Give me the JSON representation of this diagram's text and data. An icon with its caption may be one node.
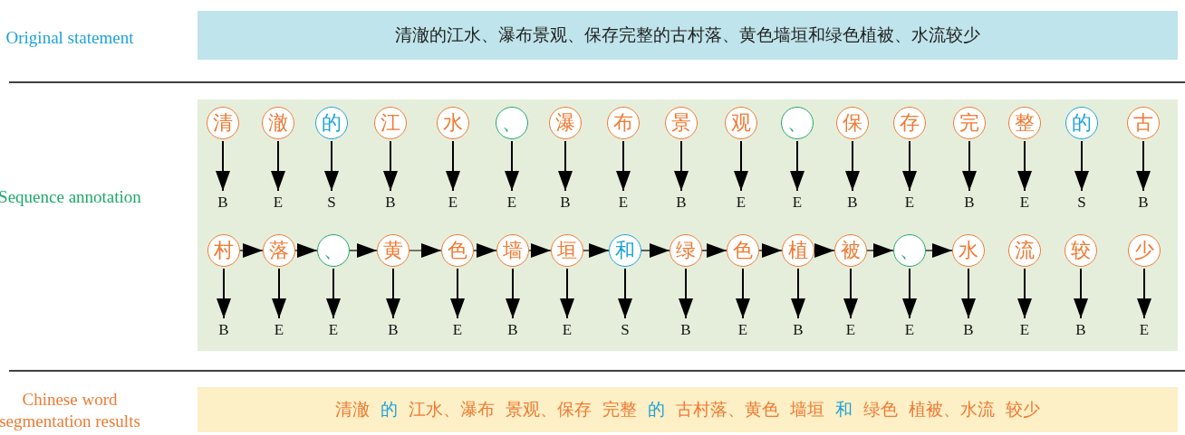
{
  "diagram": {
    "nodes": [
      {
        "text": [
          "清澈的江水、瀑布景观、保存完整的古村落、黄色墙垣和绿色植被、水流较少"
        ]
      },
      {
        "text": [
          "清"
        ]
      },
      {
        "text": [
          "澈"
        ]
      },
      {
        "text": [
          "的"
        ]
      },
      {
        "text": [
          "江"
        ]
      },
      {
        "text": [
          "水"
        ]
      },
      {
        "text": [
          "、"
        ]
      },
      {
        "text": [
          "瀑"
        ]
      },
      {
        "text": [
          "布"
        ]
      },
      {
        "text": [
          "景"
        ]
      },
      {
        "text": [
          "观"
        ]
      },
      {
        "text": [
          "、"
        ]
      },
      {
        "text": [
          "保"
        ]
      },
      {
        "text": [
          "存"
        ]
      },
      {
        "text": [
          "完"
        ]
      },
      {
        "text": [
          "整"
        ]
      },
      {
        "text": [
          "的"
        ]
      },
      {
        "text": [
          "古"
        ]
      },
      {
        "text": [
          "B"
        ]
      },
      {
        "text": [
          "E"
        ]
      },
      {
        "text": [
          "S"
        ]
      },
      {
        "text": [
          "B"
        ]
      },
      {
        "text": [
          "E"
        ]
      },
      {
        "text": [
          "E"
        ]
      },
      {
        "text": [
          "B"
        ]
      },
      {
        "text": [
          "E"
        ]
      },
      {
        "text": [
          "B"
        ]
      },
      {
        "text": [
          "E"
        ]
      },
      {
        "text": [
          "E"
        ]
      },
      {
        "text": [
          "B"
        ]
      },
      {
        "text": [
          "E"
        ]
      },
      {
        "text": [
          "B"
        ]
      },
      {
        "text": [
          "E"
        ]
      },
      {
        "text": [
          "S"
        ]
      },
      {
        "text": [
          "B"
        ]
      },
      {
        "text": [
          "村"
        ]
      },
      {
        "text": [
          "落"
        ]
      },
      {
        "text": [
          "、"
        ]
      },
      {
        "text": [
          "黄"
        ]
      },
      {
        "text": [
          "色"
        ]
      },
      {
        "text": [
          "墙"
        ]
      },
      {
        "text": [
          "垣"
        ]
      },
      {
        "text": [
          "和"
        ]
      },
      {
        "text": [
          "绿"
        ]
      },
      {
        "text": [
          "色"
        ]
      },
      {
        "text": [
          "植"
        ]
      },
      {
        "text": [
          "被"
        ]
      },
      {
        "text": [
          "、"
        ]
      },
      {
        "text": [
          "水"
        ]
      },
      {
        "text": [
          "流"
        ]
      },
      {
        "text": [
          "较"
        ]
      },
      {
        "text": [
          "少"
        ]
      },
      {
        "text": [
          "B"
        ]
      },
      {
        "text": [
          "E"
        ]
      },
      {
        "text": [
          "E"
        ]
      },
      {
        "text": [
          "B"
        ]
      },
      {
        "text": [
          "E"
        ]
      },
      {
        "text": [
          "B"
        ]
      },
      {
        "text": [
          "E"
        ]
      },
      {
        "text": [
          "S"
        ]
      },
      {
        "text": [
          "B"
        ]
      },
      {
        "text": [
          "E"
        ]
      },
      {
        "text": [
          "B"
        ]
      },
      {
        "text": [
          "E"
        ]
      },
      {
        "text": [
          "E"
        ]
      },
      {
        "text": [
          "B"
        ]
      },
      {
        "text": [
          "E"
        ]
      },
      {
        "text": [
          "B"
        ]
      },
      {
        "text": [
          "E"
        ]
      },
      {
        "text": [
          "清澈",
          "的",
          "江水、瀑布",
          "景观、保存",
          "完整",
          "的",
          "古村落、黄色",
          "墙垣",
          "和",
          "绿色",
          "植被、水流",
          "较少"
        ]
      }
    ],
    "edges": [
      {
        "from": 1,
        "to": 18,
        "arrow": "to"
      },
      {
        "from": 2,
        "to": 19,
        "arrow": "to"
      },
      {
        "from": 3,
        "to": 20,
        "arrow": "to"
      },
      {
        "from": 4,
        "to": 21,
        "arrow": "to"
      },
      {
        "from": 5,
        "to": 22,
        "arrow": "to"
      },
      {
        "from": 6,
        "to": 23,
        "arrow": "to"
      },
      {
        "from": 7,
        "to": 24,
        "arrow": "to"
      },
      {
        "from": 8,
        "to": 25,
        "arrow": "to"
      },
      {
        "from": 9,
        "to": 26,
        "arrow": "to"
      },
      {
        "from": 10,
        "to": 27,
        "arrow": "to"
      },
      {
        "from": 11,
        "to": 28,
        "arrow": "to"
      },
      {
        "from": 12,
        "to": 29,
        "arrow": "to"
      },
      {
        "from": 13,
        "to": 30,
        "arrow": "to"
      },
      {
        "from": 14,
        "to": 31,
        "arrow": "to"
      },
      {
        "from": 15,
        "to": 32,
        "arrow": "to"
      },
      {
        "from": 16,
        "to": 33,
        "arrow": "to"
      },
      {
        "from": 17,
        "to": 34,
        "arrow": "to"
      },
      {
        "from": 35,
        "to": 52,
        "arrow": "to"
      },
      {
        "from": 36,
        "to": 53,
        "arrow": "to"
      },
      {
        "from": 37,
        "to": 54,
        "arrow": "to"
      },
      {
        "from": 38,
        "to": 55,
        "arrow": "to"
      },
      {
        "from": 39,
        "to": 56,
        "arrow": "to"
      },
      {
        "from": 40,
        "to": 57,
        "arrow": "to"
      },
      {
        "from": 41,
        "to": 58,
        "arrow": "to"
      },
      {
        "from": 42,
        "to": 59,
        "arrow": "to"
      },
      {
        "from": 43,
        "to": 60,
        "arrow": "to"
      },
      {
        "from": 44,
        "to": 61,
        "arrow": "to"
      },
      {
        "from": 45,
        "to": 62,
        "arrow": "to"
      },
      {
        "from": 46,
        "to": 63,
        "arrow": "to"
      },
      {
        "from": 47,
        "to": 64,
        "arrow": "to"
      },
      {
        "from": 48,
        "to": 65,
        "arrow": "to"
      },
      {
        "from": 49,
        "to": 66,
        "arrow": "to"
      },
      {
        "from": 50,
        "to": 67,
        "arrow": "to"
      },
      {
        "from": 51,
        "to": 68,
        "arrow": "to"
      },
      {
        "from": 35,
        "to": 36,
        "arrow": "to"
      },
      {
        "from": 36,
        "to": 37,
        "arrow": "to"
      },
      {
        "from": 37,
        "to": 38,
        "arrow": "to"
      },
      {
        "from": 38,
        "to": 39,
        "arrow": "to"
      },
      {
        "from": 39,
        "to": 40,
        "arrow": "to"
      },
      {
        "from": 40,
        "to": 41,
        "arrow": "to"
      },
      {
        "from": 41,
        "to": 42,
        "arrow": "to"
      },
      {
        "from": 42,
        "to": 43,
        "arrow": "to"
      },
      {
        "from": 43,
        "to": 44,
        "arrow": "to"
      },
      {
        "from": 44,
        "to": 45,
        "arrow": "to"
      },
      {
        "from": 45,
        "to": 46,
        "arrow": "to"
      },
      {
        "from": 46,
        "to": 47,
        "arrow": "to"
      },
      {
        "from": 47,
        "to": 48,
        "arrow": "to"
      }
    ],
    "labels": [
      "Original statement",
      "Sequence annotation",
      "Chinese word segmentation results"
    ]
  }
}
